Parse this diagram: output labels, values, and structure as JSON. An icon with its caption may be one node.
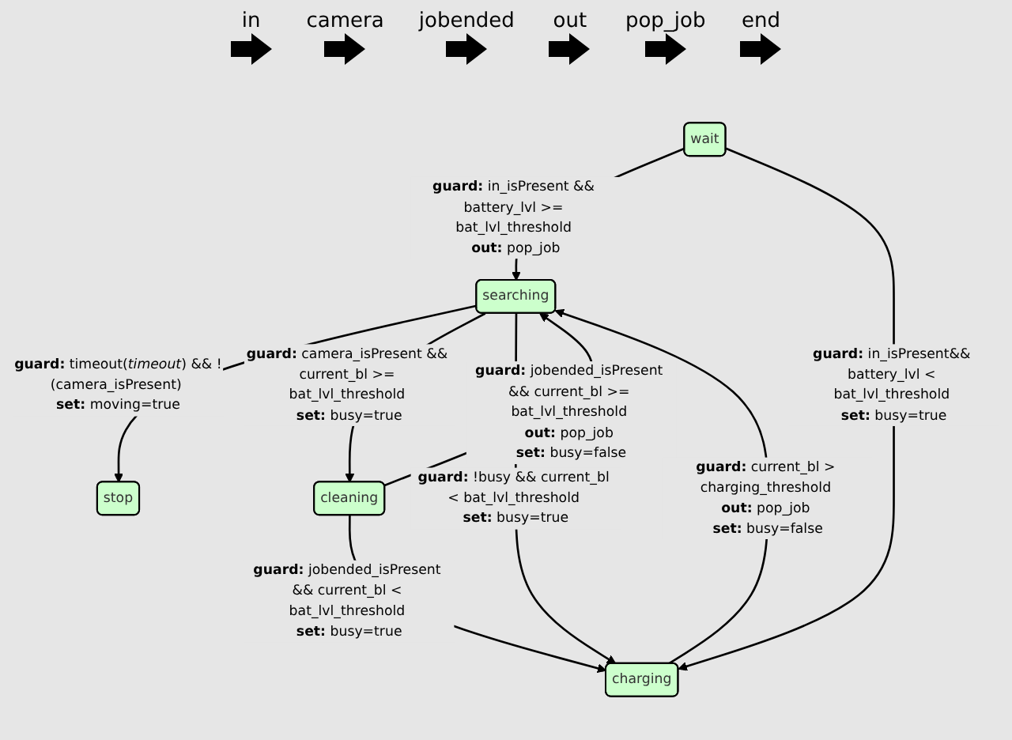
{
  "diagram": {
    "nodes": [
      {
        "text": [
          "stop"
        ]
      },
      {
        "text": [
          "searching"
        ]
      },
      {
        "text": [
          "cleaning"
        ]
      },
      {
        "text": [
          "wait"
        ]
      },
      {
        "text": [
          "charging"
        ]
      }
    ],
    "edges": [
      {
        "from": 1,
        "to": 0,
        "arrow": "to",
        "label": "**guard:** timeout(*timeout*) && !(camera_isPresent) **set:** moving=true"
      },
      {
        "from": 2,
        "to": 1,
        "arrow": "to",
        "label": "**guard:** jobended_isPresent && current_bl >= bat_lvl_threshold **out:** pop_job **set:** busy=false"
      },
      {
        "from": 1,
        "to": 2,
        "arrow": "to",
        "label": "**guard:** camera_isPresent && current_bl >= bat_lvl_threshold **set:** busy=true"
      },
      {
        "from": 3,
        "to": 1,
        "arrow": "to",
        "label": "**guard:** in_isPresent && battery_lvl >= bat_lvl_threshold **out:** pop_job"
      },
      {
        "from": 1,
        "to": 4,
        "arrow": "to",
        "label": "**guard:** !busy && current_bl < bat_lvl_threshold **set:** busy=true"
      },
      {
        "from": 4,
        "to": 1,
        "arrow": "to",
        "label": "**guard:** current_bl > charging_threshold **out:** pop_job **set:** busy=false"
      },
      {
        "from": 3,
        "to": 4,
        "arrow": "to",
        "label": "**guard:** in_isPresent&& battery_lvl < bat_lvl_threshold **set:** busy=true"
      },
      {
        "from": 2,
        "to": 4,
        "arrow": "to",
        "label": "**guard:** jobended_isPresent && current_bl < bat_lvl_threshold **set:** busy=true"
      }
    ],
    "labels": [
      "in",
      "camera",
      "jobended",
      "out",
      "pop_job",
      "end"
    ]
  }
}
